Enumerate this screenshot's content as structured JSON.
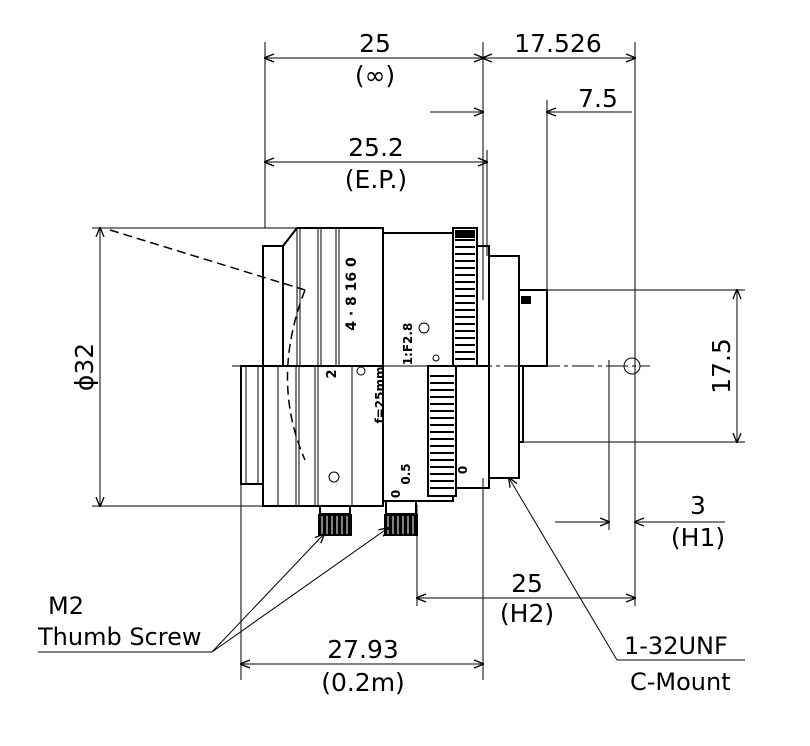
{
  "dimensions": {
    "focal_length_inf": "25",
    "focal_length_inf_note": "(∞)",
    "flange_back": "17.526",
    "max_protrusion": "7.5",
    "entrance_pupil": "25.2",
    "entrance_pupil_note": "(E.P.)",
    "diameter": "ϕ32",
    "image_circle": "17.5",
    "h1": "3",
    "h1_note": "(H1)",
    "h2": "25",
    "h2_note": "(H2)",
    "length": "27.93",
    "length_note": "(0.2m)"
  },
  "callouts": {
    "thumb_screw_line1": "M2",
    "thumb_screw_line2": "Thumb Screw",
    "mount_line1": "1-32UNF",
    "mount_line2": "C-Mount"
  },
  "engravings": {
    "aperture_scale": "4 · 8 16 0",
    "focus_mark": "2",
    "model": "f=25mm",
    "aperture": "1:F2.8",
    "near_focus": "0.5",
    "far_focus": "0",
    "lock": "0"
  }
}
